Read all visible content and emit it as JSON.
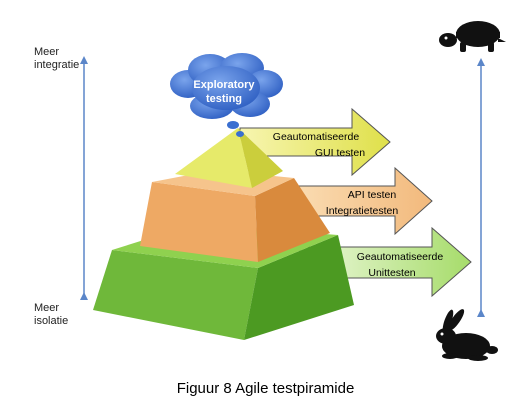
{
  "left_axis": {
    "top_label": "Meer\nintegratie",
    "bottom_label": "Meer\nisolatie"
  },
  "right_axis": {
    "top_icon": "turtle-icon",
    "bottom_icon": "rabbit-icon"
  },
  "cloud": {
    "label": "Exploratory testing",
    "color": "#3a6fd0"
  },
  "pyramid": {
    "levels": [
      {
        "id": "top",
        "color": "#e6ea6a",
        "arrow_lines": [
          "Geautomatiseerde",
          "GUI testen"
        ]
      },
      {
        "id": "middle",
        "color": "#eea964",
        "arrow_lines": [
          "API testen",
          "Integratietesten"
        ]
      },
      {
        "id": "bottom",
        "color": "#8fd14f",
        "arrow_lines": [
          "Geautomatiseerde",
          "Unittesten"
        ]
      }
    ]
  },
  "colors": {
    "axis": "#5b86c9",
    "arrow_border": "#555555"
  },
  "caption": "Figuur 8 Agile testpiramide"
}
